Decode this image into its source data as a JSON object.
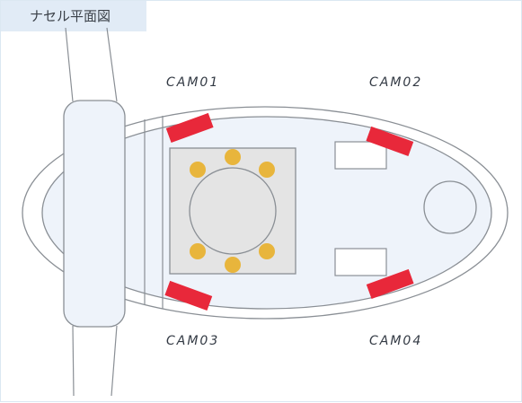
{
  "title": "ナセル平面図",
  "cameras": [
    {
      "id": "cam01",
      "label": "CAM01"
    },
    {
      "id": "cam02",
      "label": "CAM02"
    },
    {
      "id": "cam03",
      "label": "CAM03"
    },
    {
      "id": "cam04",
      "label": "CAM04"
    }
  ],
  "colors": {
    "camera": "#e8283a",
    "bolt": "#e8b53c",
    "outline": "#8a8f95",
    "nacelle_fill": "#eef3fa",
    "hub_fill": "#e4e4e4",
    "title_bg": "#e1ebf6"
  }
}
